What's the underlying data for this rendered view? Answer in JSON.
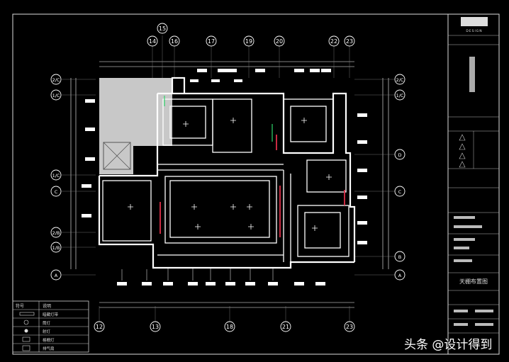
{
  "grid": {
    "top": [
      "14",
      "15",
      "16",
      "17",
      "19",
      "20",
      "22",
      "23"
    ],
    "bottom": [
      "12",
      "13",
      "18",
      "21",
      "23"
    ],
    "left": [
      "2/C",
      "1/C",
      "1/C",
      "C",
      "2/B",
      "1/B",
      "A"
    ],
    "right": [
      "2/C",
      "1/C",
      "D",
      "C",
      "B",
      "A"
    ]
  },
  "title_block": {
    "logo_text": "DESIGN",
    "drawing_title": "天棚布置图"
  },
  "legend": {
    "header": [
      "符号",
      "说明"
    ],
    "rows": [
      "暗藏灯带",
      "筒灯",
      "射灯",
      "格栅灯",
      "排气扇"
    ]
  },
  "watermark": "头条 @设计得到"
}
